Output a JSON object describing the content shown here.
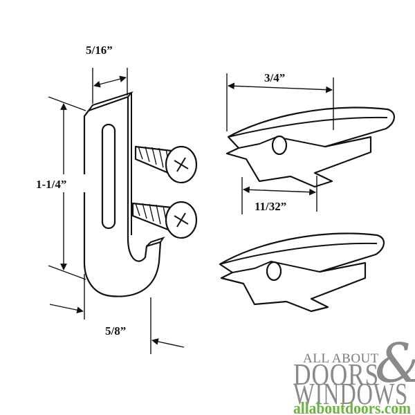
{
  "dimensions": {
    "clip_width": "5/16”",
    "clip_length": "1-1/4”",
    "clip_hook": "5/8”",
    "guide_width": "3/4”",
    "guide_slot": "11/32”"
  },
  "brand": {
    "line1": "ALL ABOUT",
    "line2": "DOORS",
    "ampersand": "&",
    "line3": "WINDOWS",
    "url": "allaboutdoors.com",
    "colors": {
      "gray": "#8a8a8a",
      "green": "#6cb33f"
    }
  },
  "colors": {
    "stroke": "#111111",
    "background": "#ffffff"
  }
}
